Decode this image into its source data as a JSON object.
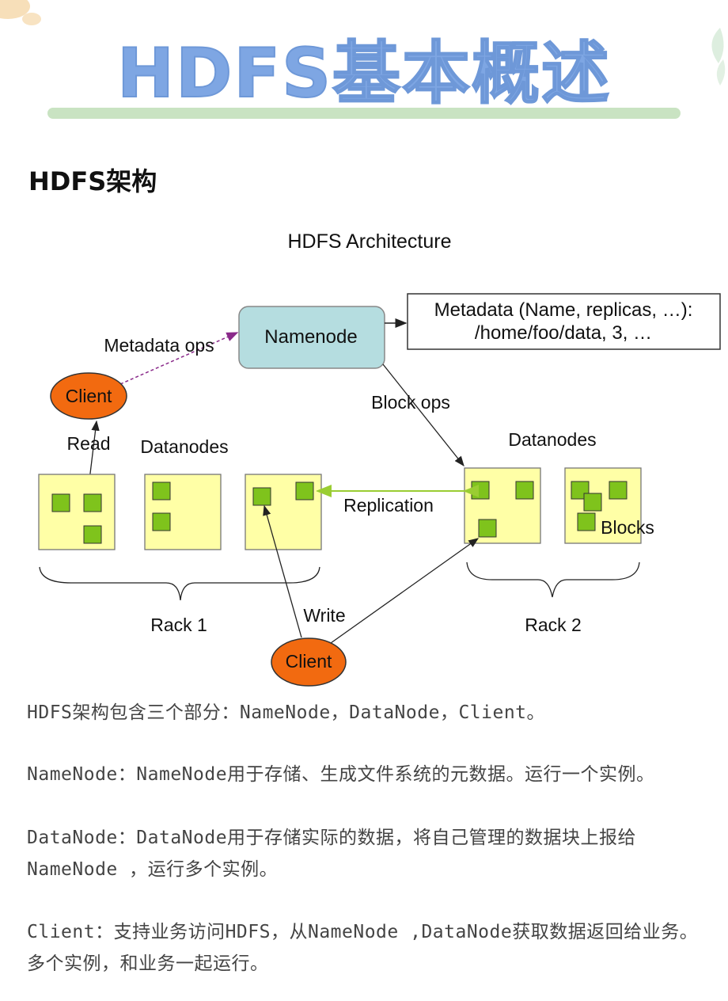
{
  "page": {
    "title": "HDFS基本概述",
    "section_heading": "HDFS架构"
  },
  "diagram": {
    "title": "HDFS Architecture",
    "namenode_label": "Namenode",
    "metadata_box": {
      "line1": "Metadata (Name, replicas, …):",
      "line2": "/home/foo/data, 3, …"
    },
    "edge_labels": {
      "metadata_ops": "Metadata ops",
      "block_ops": "Block ops",
      "read": "Read",
      "write": "Write",
      "replication": "Replication"
    },
    "client_top_label": "Client",
    "client_bottom_label": "Client",
    "datanodes_left_label": "Datanodes",
    "datanodes_right_label": "Datanodes",
    "blocks_label": "Blocks",
    "rack1_label": "Rack 1",
    "rack2_label": "Rack 2"
  },
  "descriptions": [
    "HDFS架构包含三个部分：NameNode，DataNode，Client。",
    "NameNode：NameNode用于存储、生成文件系统的元数据。运行一个实例。",
    "DataNode：DataNode用于存储实际的数据，将自己管理的数据块上报给NameNode ，运行多个实例。",
    "Client：支持业务访问HDFS，从NameNode ,DataNode获取数据返回给业务。多个实例，和业务一起运行。"
  ],
  "colors": {
    "title": "#7ea6e3",
    "title_underline": "#c9e3c2",
    "namenode_fill": "#b5dde0",
    "client_fill": "#f26a10",
    "datanode_fill": "#ffffa6",
    "block_fill": "#7fc31c",
    "replication_line": "#9acd32"
  }
}
